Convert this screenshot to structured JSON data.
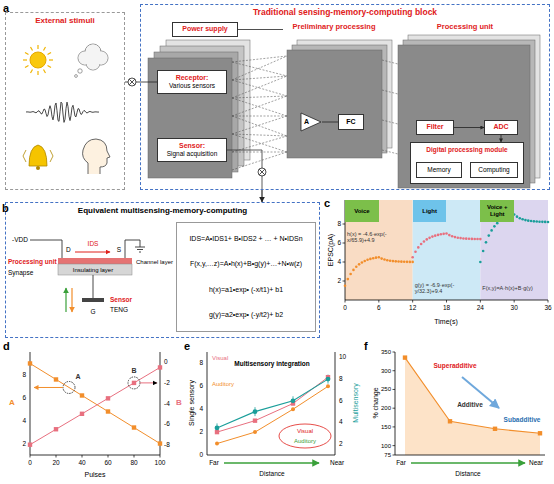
{
  "diagram": {
    "nodes": [
      {
        "text": [
          "External stimuli"
        ]
      },
      {
        "text": [
          "Traditional sensing-memory-computing block"
        ]
      },
      {
        "text": [
          "Power supply"
        ],
        "in": 1
      },
      {
        "text": [
          "Receptor:",
          "Various sensors"
        ],
        "in": 1
      },
      {
        "text": [
          "Sensor:",
          "Signal acquisition"
        ],
        "in": 1
      },
      {
        "text": [
          "Preliminary processing"
        ],
        "in": 1
      },
      {
        "text": [
          "A"
        ],
        "in": 5
      },
      {
        "text": [
          "FC"
        ],
        "in": 5
      },
      {
        "text": [
          "Processing unit"
        ],
        "in": 1
      },
      {
        "text": [
          "Filter"
        ],
        "in": 8
      },
      {
        "text": [
          "ADC"
        ],
        "in": 8
      },
      {
        "text": [
          "Digital processing module"
        ],
        "in": 8
      },
      {
        "text": [
          "Memory"
        ],
        "in": 11
      },
      {
        "text": [
          "Computing"
        ],
        "in": 11
      },
      {
        "text": [
          "Equivalent multisensing-memory-computing"
        ]
      },
      {
        "text": [
          "IDS=A•IDS1+ B•IDS2 + … + N•IDSn",
          "F(x,y,…z)=A•h(x)+B•g(y)+…+N•w(z)",
          "h(x)=a1•exp• (-x/t1)+ b1",
          "g(y)=a2•exp• (-y/t2)+ b2"
        ],
        "in": 14
      },
      {
        "text": [
          "Voice"
        ]
      },
      {
        "text": [
          "Light"
        ]
      },
      {
        "text": [
          "Voice + Light"
        ]
      }
    ],
    "edges": [
      {
        "from": 0,
        "to": 3,
        "arrow": "none"
      },
      {
        "from": 2,
        "to": 5,
        "arrow": "none"
      },
      {
        "from": 6,
        "to": 7,
        "arrow": "none"
      },
      {
        "from": 9,
        "to": 10,
        "arrow": "to"
      },
      {
        "from": 10,
        "to": 11,
        "arrow": "to"
      },
      {
        "from": 1,
        "to": 14,
        "arrow": "to"
      }
    ],
    "labels": [
      "a",
      "b",
      "c",
      "d",
      "e",
      "f",
      "Processing unit",
      "Synapse",
      "Sensor",
      "TENG",
      "-VDD",
      "D",
      "IDS",
      "S",
      "Channel layer",
      "Insulating layer",
      "G",
      "EPSC(pA)",
      "Time(s)",
      "0",
      "6",
      "12",
      "18",
      "24",
      "30",
      "36",
      "2",
      "4",
      "6",
      "8",
      "h(x) = -4.6·exp(-x/65.9)+4.9",
      "g(y) = -6.9·exp(-y/32.3)+9.4",
      "F(x,y)=A·h(x)+B·g(y)",
      "A",
      "B",
      "Pulses",
      "0",
      "20",
      "40",
      "60",
      "80",
      "100",
      "2",
      "4",
      "6",
      "8",
      "0",
      "-2",
      "-4",
      "-6",
      "-8",
      "A",
      "B",
      "Single sensory",
      "Multisensory",
      "Distance",
      "Far",
      "Near",
      "0",
      "2",
      "4",
      "6",
      "8",
      "2",
      "4",
      "6",
      "8",
      "10",
      "Visual",
      "Auditory",
      "Multisensory integration",
      "Visual",
      "Auditory",
      "% change",
      "Distance",
      "Far",
      "Near",
      "75",
      "100",
      "150",
      "200",
      "250",
      "300",
      "350",
      "Superadditive",
      "Additive",
      "Subadditive"
    ]
  }
}
